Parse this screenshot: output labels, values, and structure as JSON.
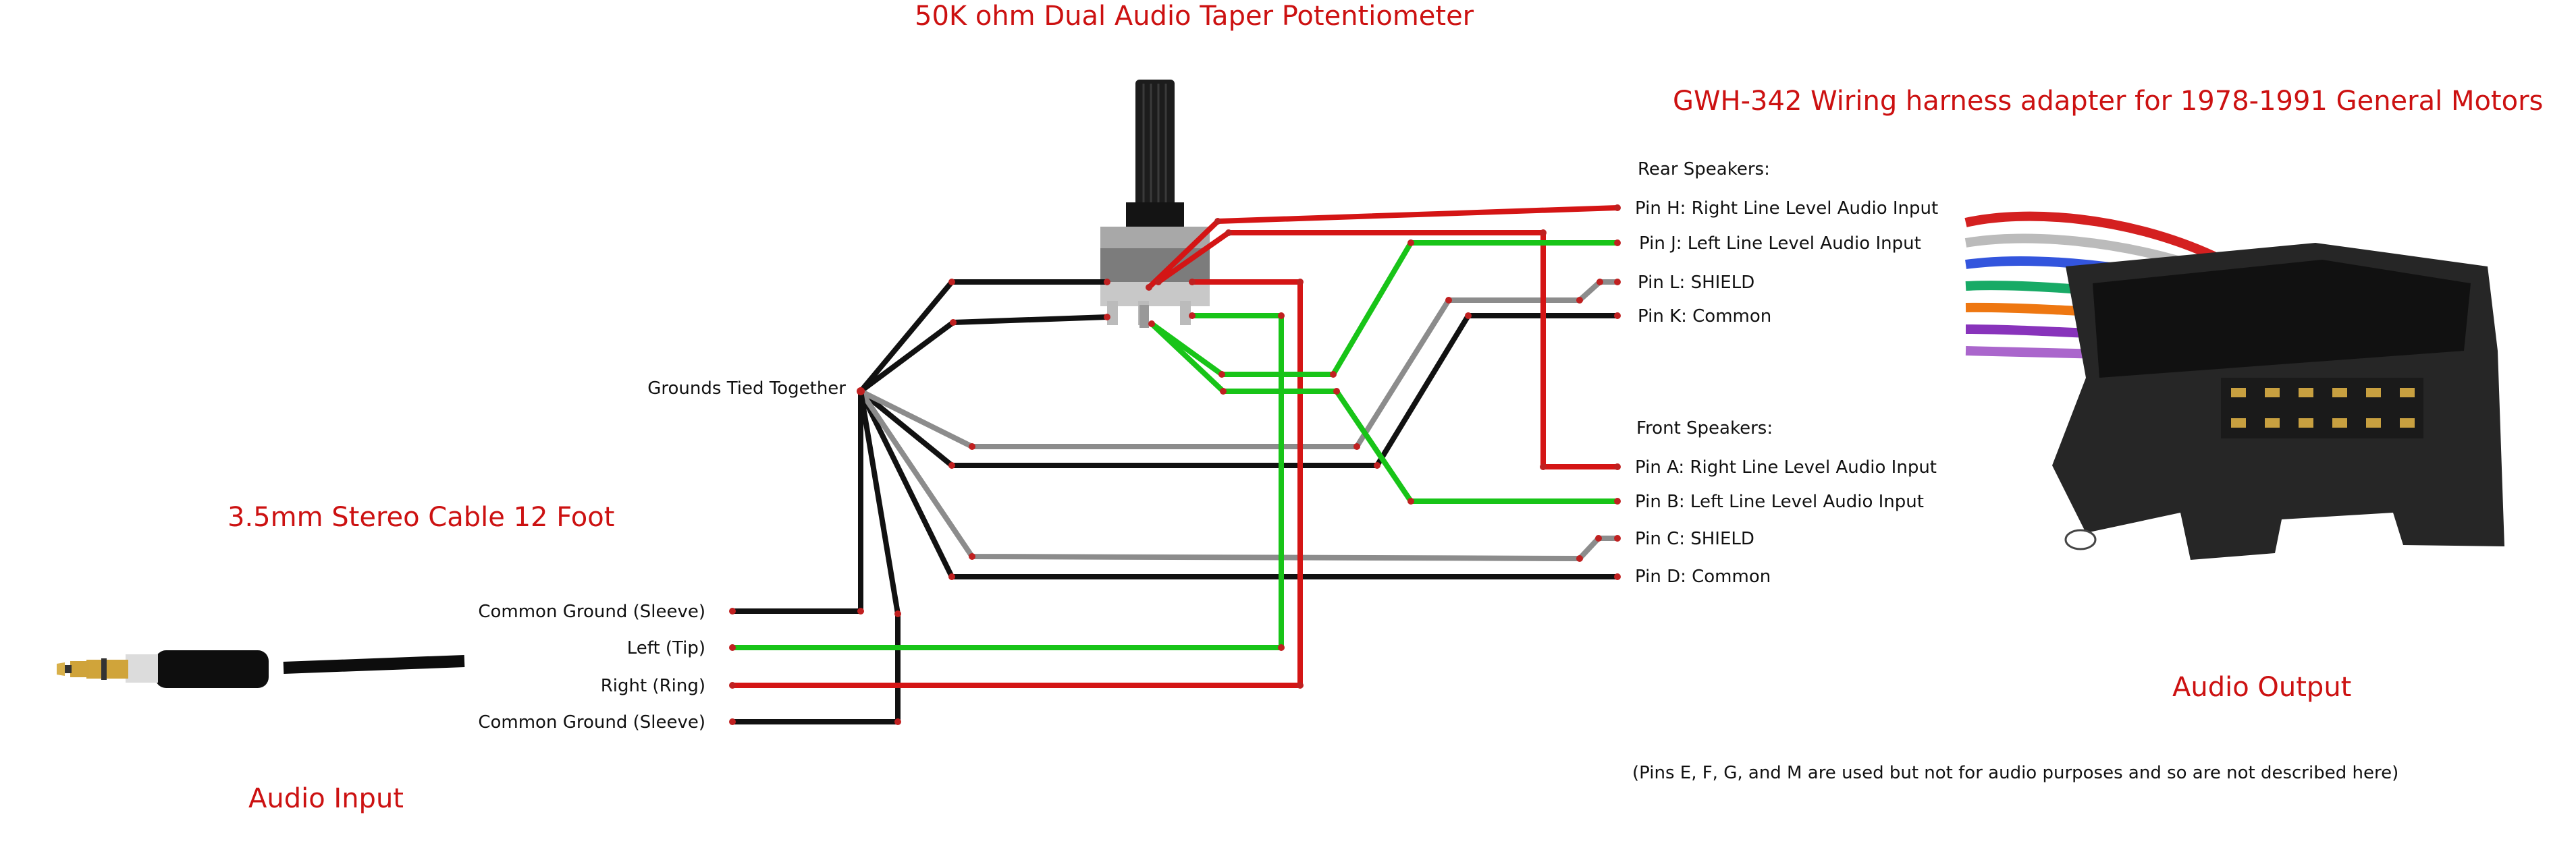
{
  "titles": {
    "potentiometer": "50K ohm Dual Audio Taper Potentiometer",
    "harness": "GWH-342 Wiring harness adapter for 1978-1991 General Motors",
    "cable": "3.5mm Stereo Cable 12 Foot",
    "audio_input": "Audio Input",
    "audio_output": "Audio Output"
  },
  "labels": {
    "grounds": "Grounds Tied Together",
    "rear_speakers": "Rear Speakers:",
    "pin_h": "Pin H: Right Line Level Audio Input",
    "pin_j": "Pin J: Left Line Level Audio Input",
    "pin_l": "Pin L: SHIELD",
    "pin_k": "Pin K: Common",
    "front_speakers": "Front Speakers:",
    "pin_a": "Pin A: Right Line Level Audio Input",
    "pin_b": "Pin B: Left Line Level Audio Input",
    "pin_c": "Pin C: SHIELD",
    "pin_d": "Pin D: Common",
    "input_ground_1": "Common Ground (Sleeve)",
    "input_left": "Left (Tip)",
    "input_right": "Right (Ring)",
    "input_ground_2": "Common Ground (Sleeve)",
    "footnote": "(Pins E, F, G, and M are used but not for audio purposes and so are not described here)"
  },
  "colors": {
    "title_red": "#cc1111",
    "wire_red": "#d41515",
    "wire_green": "#18c418",
    "wire_black": "#111111",
    "wire_gray": "#8c8c8c",
    "node": "#c02020"
  },
  "icons": [
    "potentiometer-icon",
    "stereo-jack-icon",
    "harness-connector-icon"
  ]
}
